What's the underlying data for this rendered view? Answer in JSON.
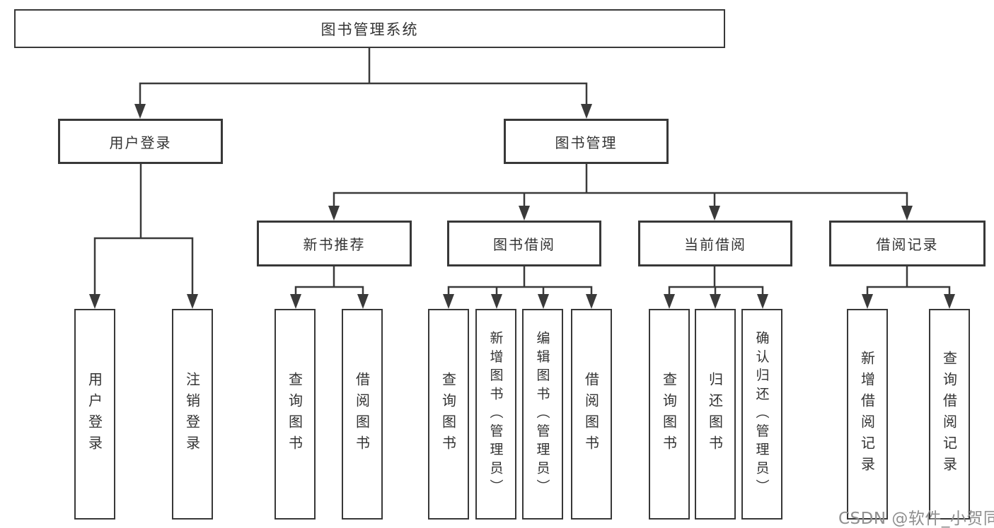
{
  "diagram": {
    "title": "图书管理系统",
    "root": {
      "label": "图书管理系统"
    },
    "level2": {
      "user_login": {
        "label": "用户登录"
      },
      "book_management": {
        "label": "图书管理"
      }
    },
    "level3": {
      "new_book_recommend": {
        "label": "新书推荐"
      },
      "book_borrow": {
        "label": "图书借阅"
      },
      "current_borrow": {
        "label": "当前借阅"
      },
      "borrow_record": {
        "label": "借阅记录"
      }
    },
    "leaves": {
      "user_login": [
        "用户登录",
        "注销登录"
      ],
      "new_book_recommend": [
        "查询图书",
        "借阅图书"
      ],
      "book_borrow": [
        "查询图书",
        "新增图书（管理员）",
        "编辑图书（管理员）",
        "借阅图书"
      ],
      "current_borrow": [
        "查询图书",
        "归还图书",
        "确认归还（管理员）"
      ],
      "borrow_record": [
        "新增借阅记录",
        "查询借阅记录"
      ]
    }
  },
  "watermark": {
    "text": "CSDN @软件_小贺同学",
    "color": "#8f8f8f"
  },
  "colors": {
    "line": "#3a3a3a",
    "border": "#383838",
    "text": "#333333",
    "background": "#ffffff"
  }
}
